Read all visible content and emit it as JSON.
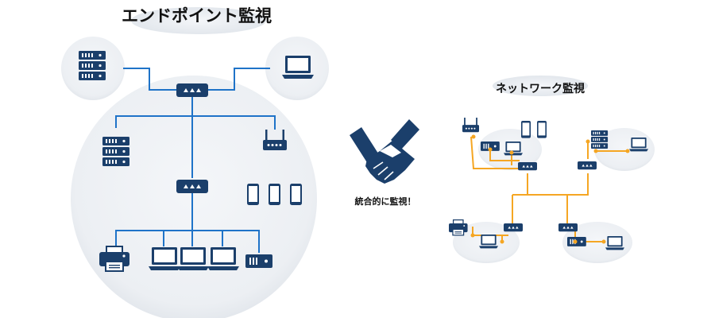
{
  "endpoint_section": {
    "title": "エンドポイント監視"
  },
  "network_section": {
    "title": "ネットワーク監視"
  },
  "center": {
    "label": "統合的に監視！",
    "icon": "handshake-icon"
  },
  "colors": {
    "device_navy": "#1b3f6b",
    "blue_line": "#1f73c8",
    "orange_line": "#f5a623",
    "bubble": "#e9edf2"
  }
}
